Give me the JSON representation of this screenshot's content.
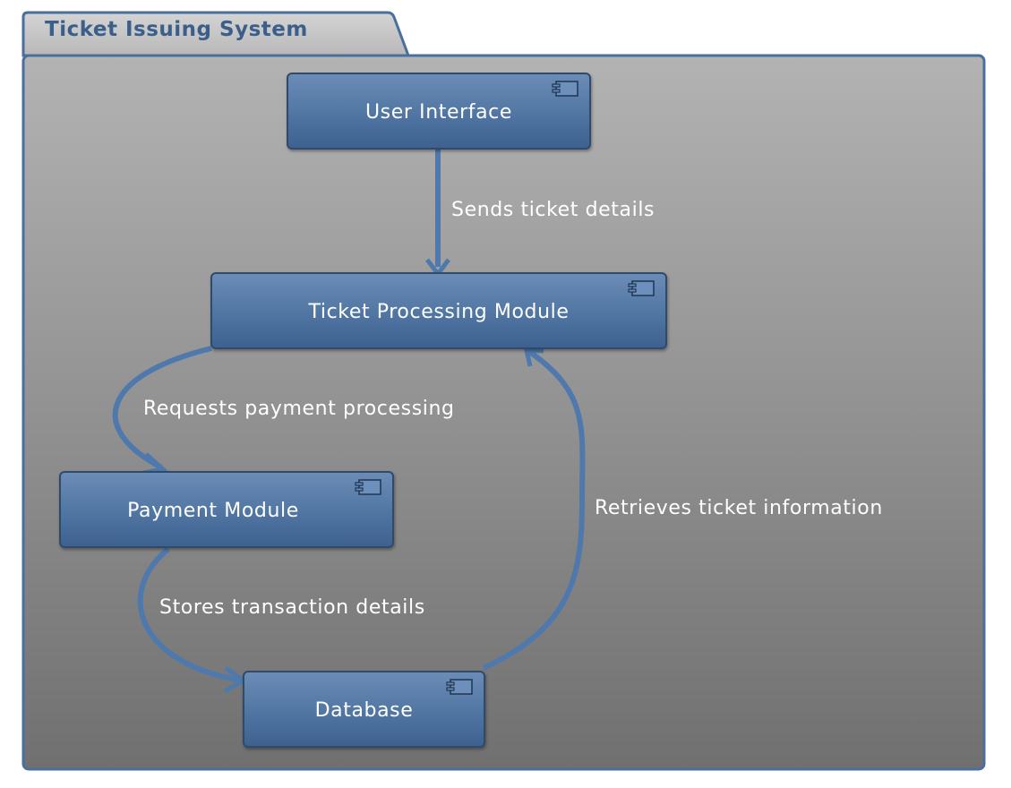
{
  "package": {
    "title": "Ticket Issuing System"
  },
  "components": {
    "user_interface": "User Interface",
    "ticket_processing": "Ticket Processing Module",
    "payment": "Payment Module",
    "database": "Database"
  },
  "edges": {
    "sends": "Sends ticket details",
    "requests": "Requests payment processing",
    "stores": "Stores transaction details",
    "retrieves": "Retrieves ticket information"
  },
  "colors": {
    "component_fill": "#557aa6",
    "component_border": "#2f4a6b",
    "arrow": "#4f79ac",
    "package_border": "#4a6f9c",
    "title_text": "#3b5f8a"
  }
}
